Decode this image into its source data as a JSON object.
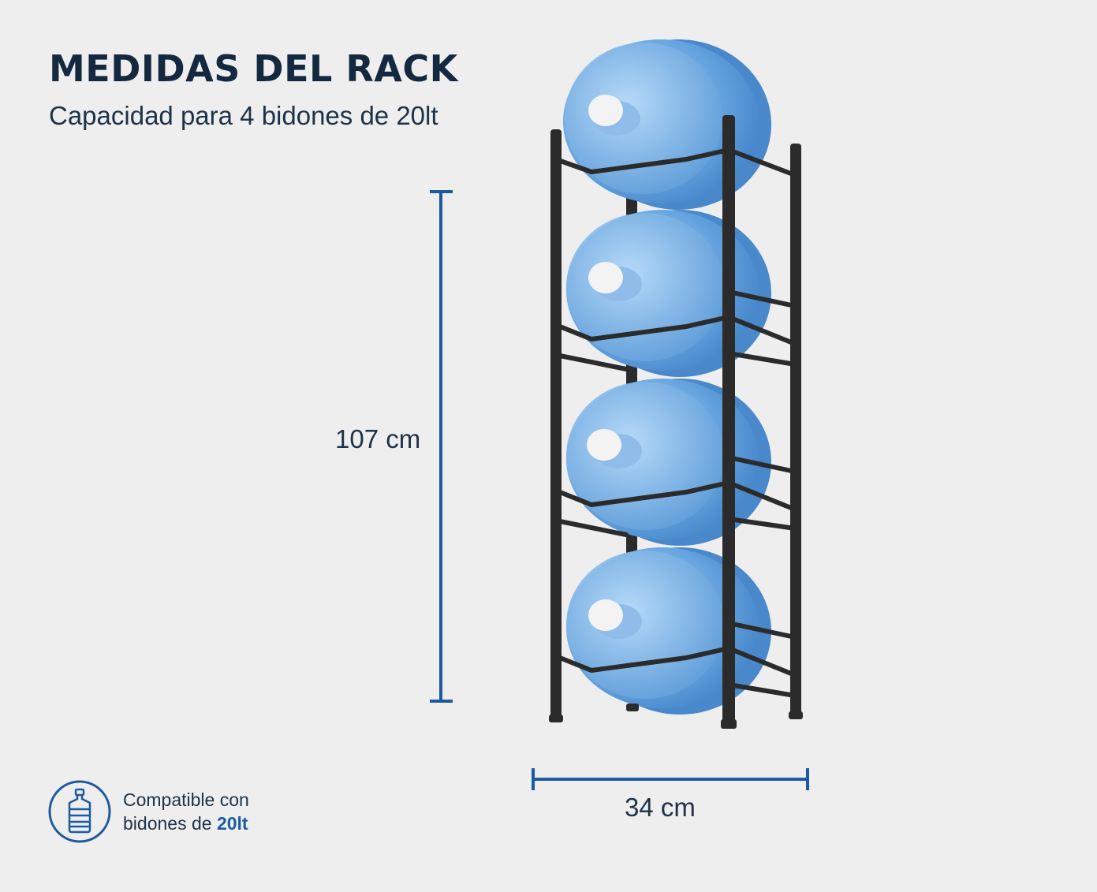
{
  "header": {
    "title": "MEDIDAS DEL RACK",
    "subtitle": "Capacidad para 4 bidones de 20lt"
  },
  "dimensions": {
    "height_label": "107 cm",
    "width_label": "34 cm"
  },
  "badge": {
    "line1": "Compatible con",
    "line2_prefix": "bidones de ",
    "line2_strong": "20lt",
    "icon": "water-jug-icon"
  },
  "product": {
    "name_icon": "water-rack-illustration",
    "bottle_count": 4
  },
  "colors": {
    "accent": "#1d5aa0",
    "text": "#14283f",
    "background": "#eeeeee",
    "bottle": "#5b9ad8",
    "rack": "#2b2b2b"
  }
}
